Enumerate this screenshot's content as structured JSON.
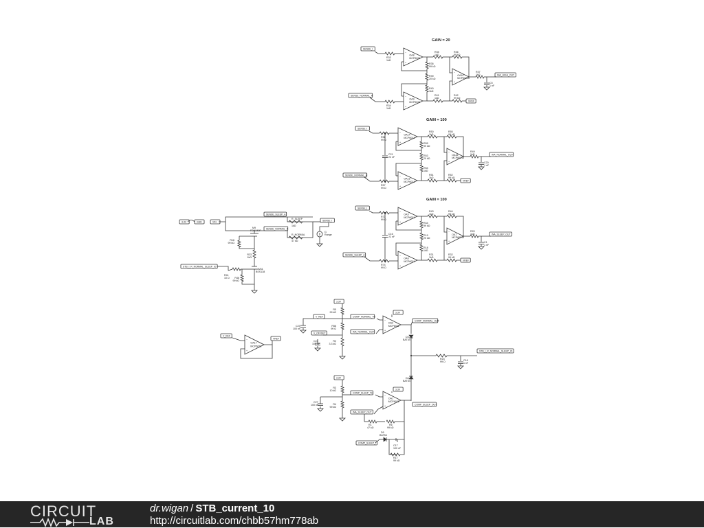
{
  "footer": {
    "logo_top": "CIRCUIT",
    "logo_bottom": "LAB",
    "author": "dr.wigan",
    "separator": "/",
    "project": "STB_current_10",
    "url": "http://circuitlab.com/chbb57hm778ab"
  },
  "blocks": {
    "gain20": {
      "title": "GAIN = 20",
      "in_pos": "SENSE_I",
      "in_neg": "SENSE_NORMAL_A",
      "out": "INA_HIGH_OUT",
      "ra": "R33",
      "ra_val": "1kΩ",
      "rb": "R34",
      "rb_val": "1kΩ",
      "r_top": "R35",
      "r_top_val": "1kΩ",
      "r_fb1": "R36",
      "r_fb1_val": "99 kΩ",
      "r_gain": "R39",
      "r_gain_val": "20 kΩ",
      "r_fb2": "R40",
      "r_fb2_val": "1kΩ",
      "r_out": "R37",
      "r_out_val": "1kΩ",
      "r_ref1": "R41",
      "r_ref1_val": "1kΩ",
      "r_ref2": "R42",
      "r_ref2_val": "99 kΩ",
      "c_out": "C5",
      "c_out_val": "1 nF",
      "oa1": "OA8",
      "oa2": "OA9",
      "oa3": "OA10",
      "oa_part": "MCP6021",
      "vref": "VREF"
    },
    "gain100a": {
      "title": "GAIN = 100",
      "in_pos": "SENSE_I",
      "in_neg": "SENSE_NORMAL_A",
      "out": "INA_NORMAL_OUT",
      "ra": "R56",
      "ra_val": "99 Ω",
      "rb": "R57",
      "rb_val": "99 Ω",
      "r_top": "R50",
      "r_top_val": "1kΩ",
      "r_fb1": "R55",
      "r_fb1_val": "99 kΩ",
      "r_gain": "R53",
      "r_gain_val": "20 kΩ",
      "r_fb2": "R54",
      "r_fb2_val": "1kΩ",
      "r_out": "R49",
      "r_out_val": "1kΩ",
      "r_ref1": "R51",
      "r_ref1_val": "1kΩ",
      "r_ref2": "R52",
      "r_ref2_val": "99 kΩ",
      "c_in": "C21",
      "c_in_val": "22 nF",
      "c_out": "C20",
      "c_out_val": "1 nF",
      "oa1": "OA14",
      "oa2": "OA15",
      "oa3": "OA16",
      "oa_part": "MCP6021",
      "vref": "VREF"
    },
    "gain100b": {
      "title": "GAIN = 100",
      "in_pos": "SENSE_I",
      "in_neg": "SENSE_SLEEP_A",
      "out": "INA_SLEEP_OUT",
      "ra": "R73",
      "ra_val": "99 Ω",
      "rb": "R74",
      "rb_val": "99 Ω",
      "r_top": "R43",
      "r_top_val": "1kΩ",
      "r_fb1": "R44",
      "r_fb1_val": "99 kΩ",
      "r_gain": "R19",
      "r_gain_val": "20 kΩ",
      "r_fb2": "R18",
      "r_fb2_val": "1kΩ",
      "r_out": "R20",
      "r_out_val": "1kΩ",
      "r_ref1": "R31",
      "r_ref1_val": "1kΩ",
      "r_ref2": "R32",
      "r_ref2_val": "99 kΩ",
      "c_in": "C16",
      "c_in_val": "22 nF",
      "c_out": "C1",
      "c_out_val": "1 nF",
      "oa1": "OA5",
      "oa2": "OA6",
      "oa3": "OA7",
      "oa_part": "MCP6021",
      "vref": "VREF"
    },
    "switch": {
      "net_sleep": "SENSE_SLEEP_A",
      "net_normal": "SENSE_NORMAL_A",
      "net_i": "SENSE_I",
      "v33": "3.3V",
      "gnd_lbl": "GND",
      "vin": "VIN",
      "r_sleep": "R_SLEEP",
      "r_sleep_val": "1kΩ",
      "r_normal": "R_NORMAL",
      "r_normal_val": "47 kΩ",
      "fet": "M9",
      "fet_part": "FDN340P",
      "r1": "R16",
      "r1_val": "99 kΩ",
      "r2": "R33",
      "r2_val": "1kΩ",
      "q": "M11",
      "q_part": "BSS138",
      "r3": "R41",
      "r3_val": "10 Ω",
      "r4": "R46",
      "r4_val": "99 kΩ",
      "ctrl": "STB_I_R_NORMAL_SLEEP_IO",
      "src": "I1",
      "src_val": "Range"
    },
    "vref": {
      "in": "V_REF",
      "out": "VREF",
      "oa": "OA17",
      "oa_part": "MCP6021"
    },
    "comparator": {
      "v33_1": "3.3V",
      "v33_2": "3.3V",
      "v33_3": "3.3V",
      "v33_4": "3.3V",
      "r_th_top": "R5",
      "r_th_top_val": "99 kΩ",
      "r_th_mid": "R56",
      "r_th_mid_val": "99 Ω",
      "r_th_bot": "R2",
      "r_th_bot_val": "3.3 kΩ",
      "c_a": "C23",
      "c_a_val": "100 nF",
      "c_b": "C24",
      "c_b_val": "100 nF",
      "vref_net": "V_REF",
      "v_offset": "V_OFFSET",
      "comp_normal_th": "COMP_NORMAL_TH",
      "ina_normal_out": "INA_NORMAL_OUT",
      "oa_normal": "OA2",
      "oa_part": "MCP6021",
      "comp_normal_out": "COMP_NORMAL_OUT",
      "d_a": "D3",
      "d_a_val": "BAT54",
      "d_b": "D4",
      "d_b_val": "BAT54",
      "r_or": "R23",
      "r_or_val": "99 Ω",
      "c_or": "C18",
      "c_or_val": "1 nF",
      "ctrl_out": "STB_I_R_NORMAL_SLEEP_IO",
      "r_sl_top": "R3",
      "r_sl_top_val": "10 kΩ",
      "r_sl_bot": "R4",
      "r_sl_bot_val": "99 kΩ",
      "c_sl": "C27",
      "c_sl_val": "100 nF",
      "comp_sleep_th": "COMP_SLEEP_TH",
      "ina_sleep_out": "INA_SLEEP_OUT",
      "oa_sleep": "OA1",
      "comp_sleep_out": "COMP_SLEEP_OUT",
      "r_h1": "R1",
      "r_h1_val": "47 kΩ",
      "r_h2": "R6",
      "r_h2_val": "99 kΩ",
      "d_c": "D5",
      "d_c_val": "BAT54",
      "c_h": "C17",
      "c_h_val": "100 nF",
      "r_h3": "R17",
      "r_h3_val": "99 kΩ",
      "comp_sleep": "COMP_SLEEP_I"
    }
  }
}
